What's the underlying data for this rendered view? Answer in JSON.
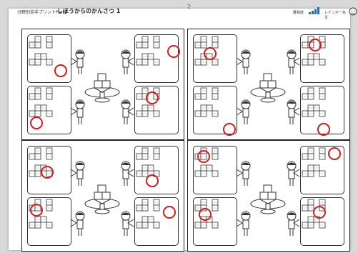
{
  "header": {
    "category": "分野別苦手プリントPart2",
    "title": "しほうからのかんさつ 1",
    "page_number": "2",
    "difficulty_label": "難易度",
    "difficulty_level_fraction": 0.8,
    "teacher_label": "レインボー先生"
  },
  "colors": {
    "answer_circle": "#d21b1b",
    "frame": "#222222",
    "background": "#d9d9d9"
  },
  "icons": [
    "difficulty-bars-icon",
    "teacher-avatar-icon"
  ]
}
